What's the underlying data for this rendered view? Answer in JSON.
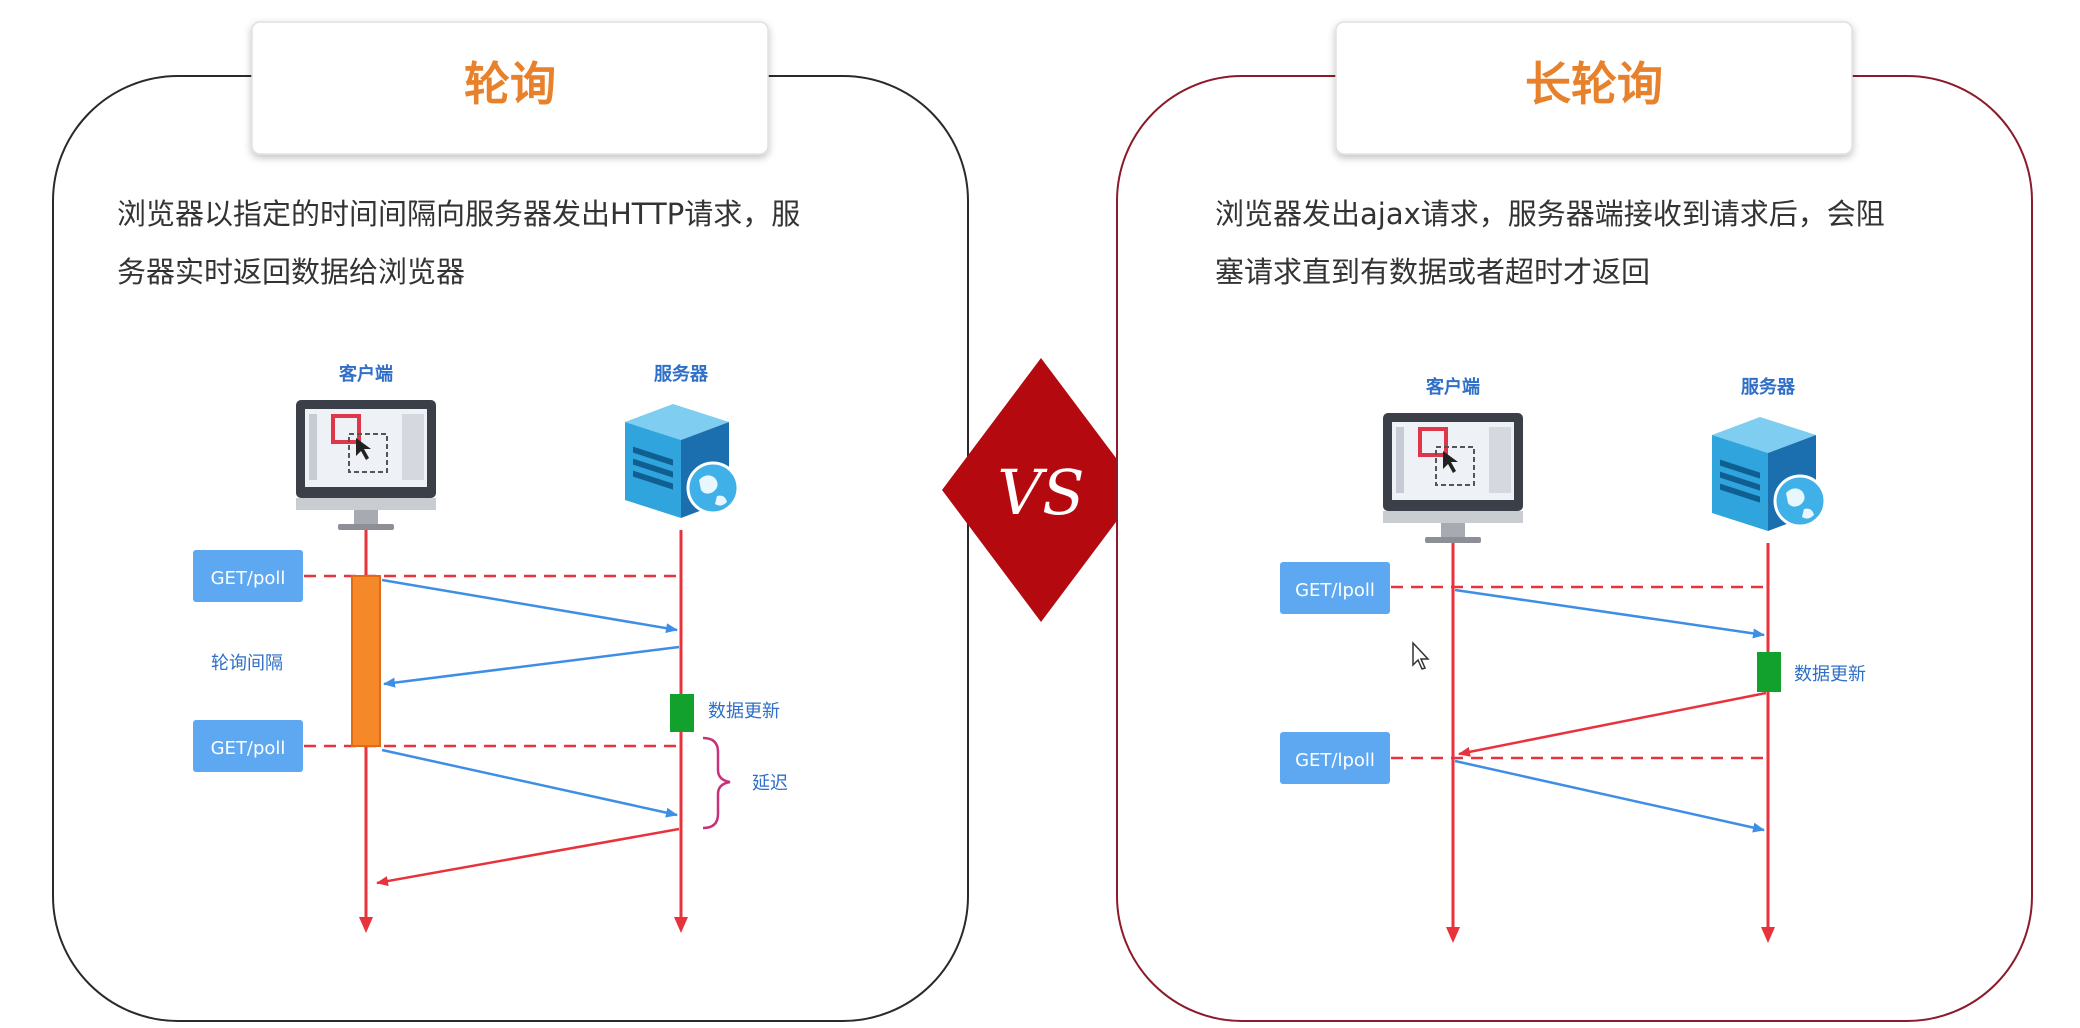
{
  "left_panel": {
    "title": "轮询",
    "desc_line1": "浏览器以指定的时间间隔向服务器发出HTTP请求，服",
    "desc_line2": "务器实时返回数据给浏览器",
    "client_label": "客户端",
    "server_label": "服务器",
    "request1_label": "GET/poll",
    "request2_label": "GET/poll",
    "interval_label": "轮询间隔",
    "update_label": "数据更新",
    "delay_label": "延迟"
  },
  "right_panel": {
    "title": "长轮询",
    "desc_line1": "浏览器发出ajax请求，服务器端接收到请求后，会阻",
    "desc_line2": "塞请求直到有数据或者超时才返回",
    "client_label": "客户端",
    "server_label": "服务器",
    "request1_label": "GET/lpoll",
    "request2_label": "GET/lpoll",
    "update_label": "数据更新"
  },
  "vs_label": "VS",
  "colors": {
    "title_orange": "#e8812b",
    "vs_red": "#b40a0f",
    "panel_right_border": "#8b1a2a",
    "arrow_blue": "#3f8ee6",
    "arrow_red": "#e8323c",
    "request_box": "#5ea8f2",
    "label_blue": "#2f6fc7",
    "update_green": "#12a12c",
    "interval_orange": "#f5892a"
  }
}
